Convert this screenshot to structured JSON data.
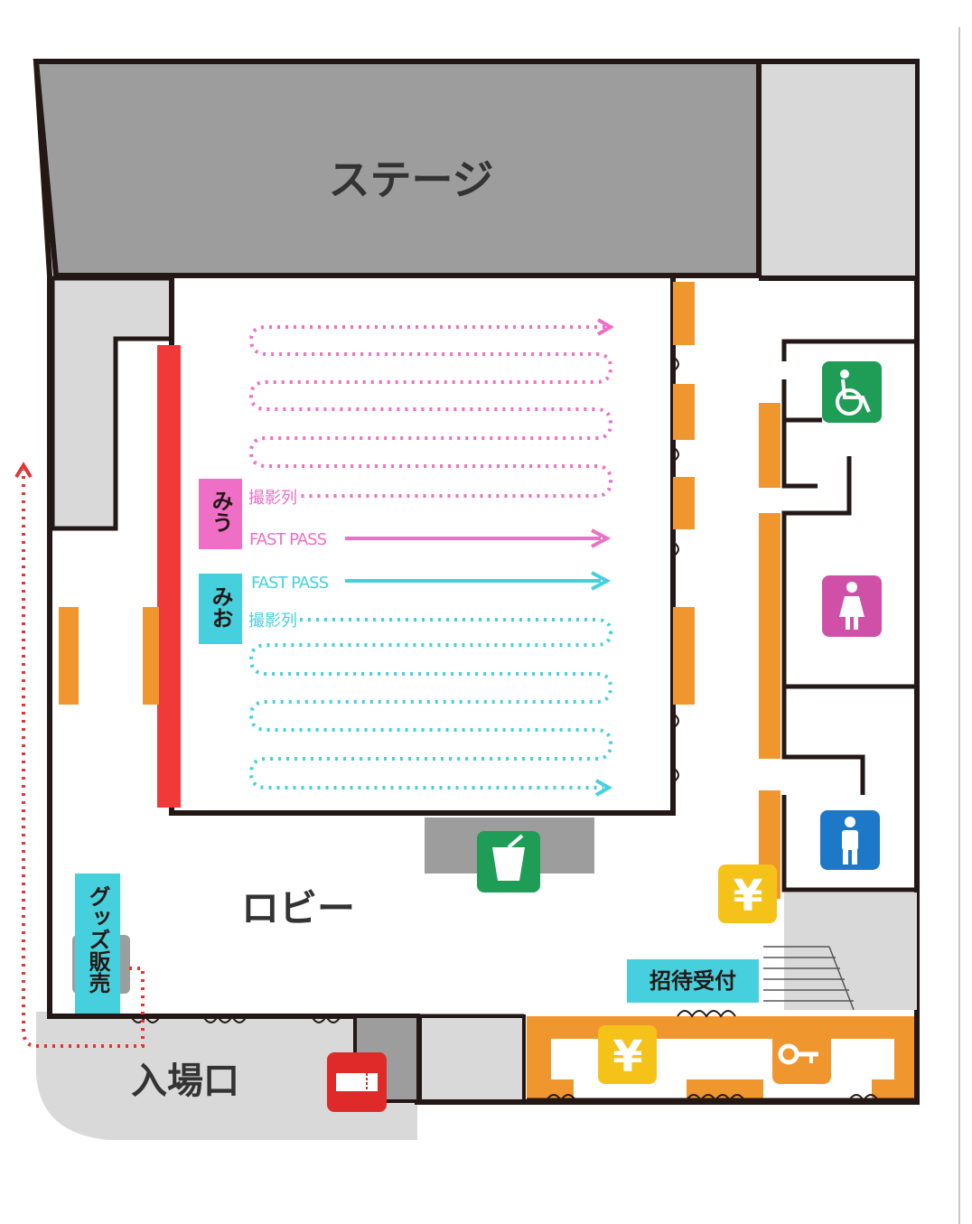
{
  "labels": {
    "stage": "ステージ",
    "lobby": "ロビー",
    "entrance": "入場口",
    "goods": "グッズ販売",
    "invitation": "招待受付",
    "mio_pink_tag": "みう",
    "mio_cyan_tag": "みお",
    "photo_row": "撮影列",
    "fast_pass": "FAST PASS"
  },
  "colors": {
    "wall": "#231815",
    "gray_dark": "#9d9d9d",
    "gray_light": "#d9d9d9",
    "orange": "#f0962e",
    "red": "#f03a3a",
    "pink": "#ee6fc5",
    "cyan": "#46d0dd",
    "green": "#1f9d57",
    "yellow": "#f5c21a",
    "blue": "#1e78c8",
    "magenta": "#d050a8"
  },
  "icons": [
    "wheelchair-icon",
    "womens-restroom-icon",
    "mens-restroom-icon",
    "drink-icon",
    "yen-icon",
    "key-icon",
    "ticket-icon"
  ]
}
